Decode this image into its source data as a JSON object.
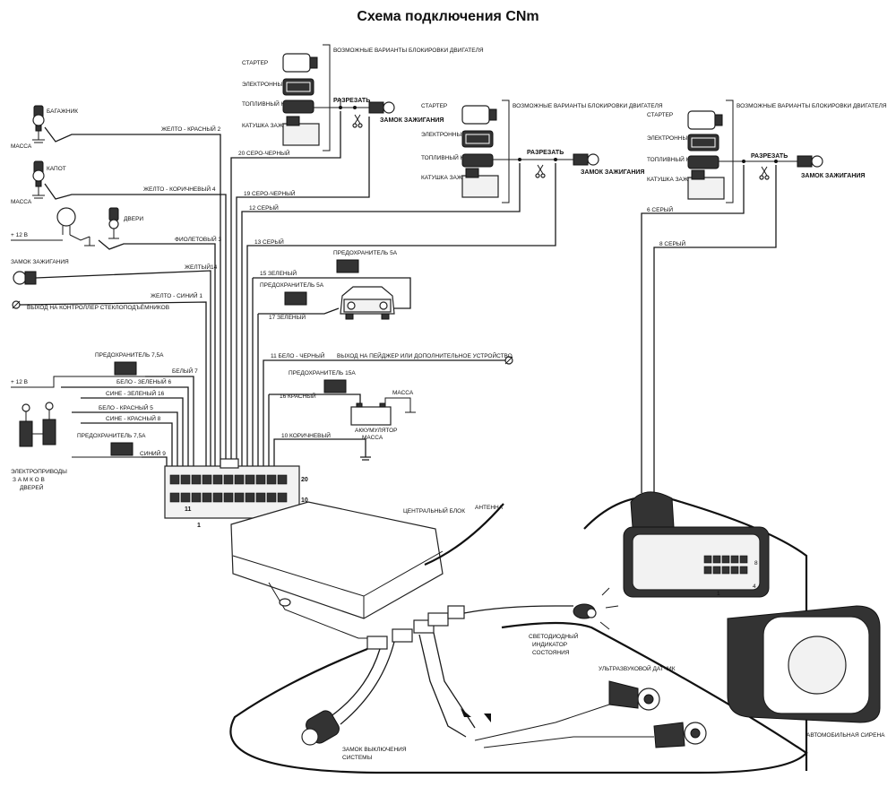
{
  "title": "Схема подключения CNm",
  "blocking_panels": [
    {
      "heading": "ВОЗМОЖНЫЕ ВАРИАНТЫ БЛОКИРОВКИ ДВИГАТЕЛЯ",
      "starter": "СТАРТЕР",
      "injection": "ЭЛЕКТРОННЫЙ ВПРЫСК",
      "pump": "ТОПЛИВНЫЙ НАСОС",
      "coil": "КАТУШКА ЗАЖИГАНИЯ",
      "cut": "РАЗРЕЗАТЬ",
      "lock": "ЗАМОК ЗАЖИГАНИЯ"
    },
    {
      "heading": "ВОЗМОЖНЫЕ ВАРИАНТЫ БЛОКИРОВКИ ДВИГАТЕЛЯ",
      "starter": "СТАРТЕР",
      "injection": "ЭЛЕКТРОННЫЙ ВПРЫСК",
      "pump": "ТОПЛИВНЫЙ НАСОС",
      "coil": "КАТУШКА ЗАЖИГАНИЯ",
      "cut": "РАЗРЕЗАТЬ",
      "lock": "ЗАМОК ЗАЖИГАНИЯ"
    },
    {
      "heading": "ВОЗМОЖНЫЕ ВАРИАНТЫ БЛОКИРОВКИ ДВИГАТЕЛЯ",
      "starter": "СТАРТЕР",
      "injection": "ЭЛЕКТРОННЫЙ ВПРЫСК",
      "pump": "ТОПЛИВНЫЙ НАСОС",
      "coil": "КАТУШКА ЗАЖИГАНИЯ",
      "cut": "РАЗРЕЗАТЬ",
      "lock": "ЗАМОК ЗАЖИГАНИЯ"
    }
  ],
  "left_labels": {
    "trunk": "БАГАЖНИК",
    "ground1": "МАССА",
    "hood": "КАПОТ",
    "ground2": "МАССА",
    "plus12_top": "+ 12 В",
    "doors": "ДВЕРИ",
    "ignition_lock": "ЗАМОК ЗАЖИГАНИЯ",
    "window_output": "ВЫХОД НА КОНТРОЛЛЕР СТЕКЛОПОДЪЁМНИКОВ",
    "plus12_bottom": "+ 12 В",
    "door_actuators_1": "ЭЛЕКТРОПРИВОДЫ",
    "door_actuators_2": "З А М К О В",
    "door_actuators_3": "ДВЕРЕЙ"
  },
  "wires": {
    "w2": "ЖЕЛТО - КРАСНЫЙ   2",
    "w4": "ЖЕЛТО - КОРИЧНЕВЫЙ   4",
    "w3": "ФИОЛЕТОВЫЙ  3",
    "w14": "ЖЕЛТЫЙ14",
    "w1": "ЖЕЛТО - СИНИЙ   1",
    "w20": "20  СЕРО-ЧЕРНЫЙ",
    "w19": "19  СЕРО-ЧЕРНЫЙ",
    "w12": "12  СЕРЫЙ",
    "w13": "13  СЕРЫЙ",
    "w15": "15  ЗЕЛЕНЫЙ",
    "w17": "17  ЗЕЛЕНЫЙ",
    "w11": "11  БЕЛО - ЧЕРНЫЙ",
    "w11_out": "ВЫХОД НА ПЕЙДЖЕР ИЛИ ДОПОЛНИТЕЛЬНОЕ УСТРОЙСТВО",
    "w16": "16  КРАСНЫЙ",
    "w10": "10  КОРИЧНЕВЫЙ",
    "w7": "БЕЛЫЙ 7",
    "w6": "БЕЛО - ЗЕЛЕНЫЙ  6",
    "w16b": "СИНЕ - ЗЕЛЕНЫЙ  16",
    "w5": "БЕЛО - КРАСНЫЙ  5",
    "w8": "СИНЕ - КРАСНЫЙ  8",
    "w9": "СИНИЙ 9",
    "s6": "6       СЕРЫЙ",
    "s8": "8       СЕРЫЙ"
  },
  "fuses": {
    "f5a_top": "ПРЕДОХРАНИТЕЛЬ 5А",
    "f5a_left": "ПРЕДОХРАНИТЕЛЬ 5А",
    "f15a": "ПРЕДОХРАНИТЕЛЬ 15А",
    "f75a_top": "ПРЕДОХРАНИТЕЛЬ 7,5А",
    "f75a_bottom": "ПРЕДОХРАНИТЕЛЬ 7,5А"
  },
  "battery": {
    "label": "АККУМУЛЯТОР",
    "ground_a": "МАССА",
    "ground_b": "МАССА"
  },
  "connector": {
    "n20": "20",
    "n11": "11",
    "n1": "1",
    "n10": "10"
  },
  "unit": {
    "central": "ЦЕНТРАЛЬНЫЙ БЛОК",
    "antenna": "АНТЕННА"
  },
  "peripherals": {
    "led_1": "СВЕТОДИОДНЫЙ",
    "led_2": "ИНДИКАТОР",
    "led_3": "СОСТОЯНИЯ",
    "ultrasonic": "УЛЬТРАЗВУКОВОЙ ДАТЧИК",
    "switch_1": "ЗАМОК ВЫКЛЮЧЕНИЯ",
    "switch_2": "СИСТЕМЫ",
    "siren": "АВТОМОБИЛЬНАЯ СИРЕНА",
    "siren_pin1": "1",
    "siren_pin4": "4",
    "siren_pin8": "8"
  }
}
